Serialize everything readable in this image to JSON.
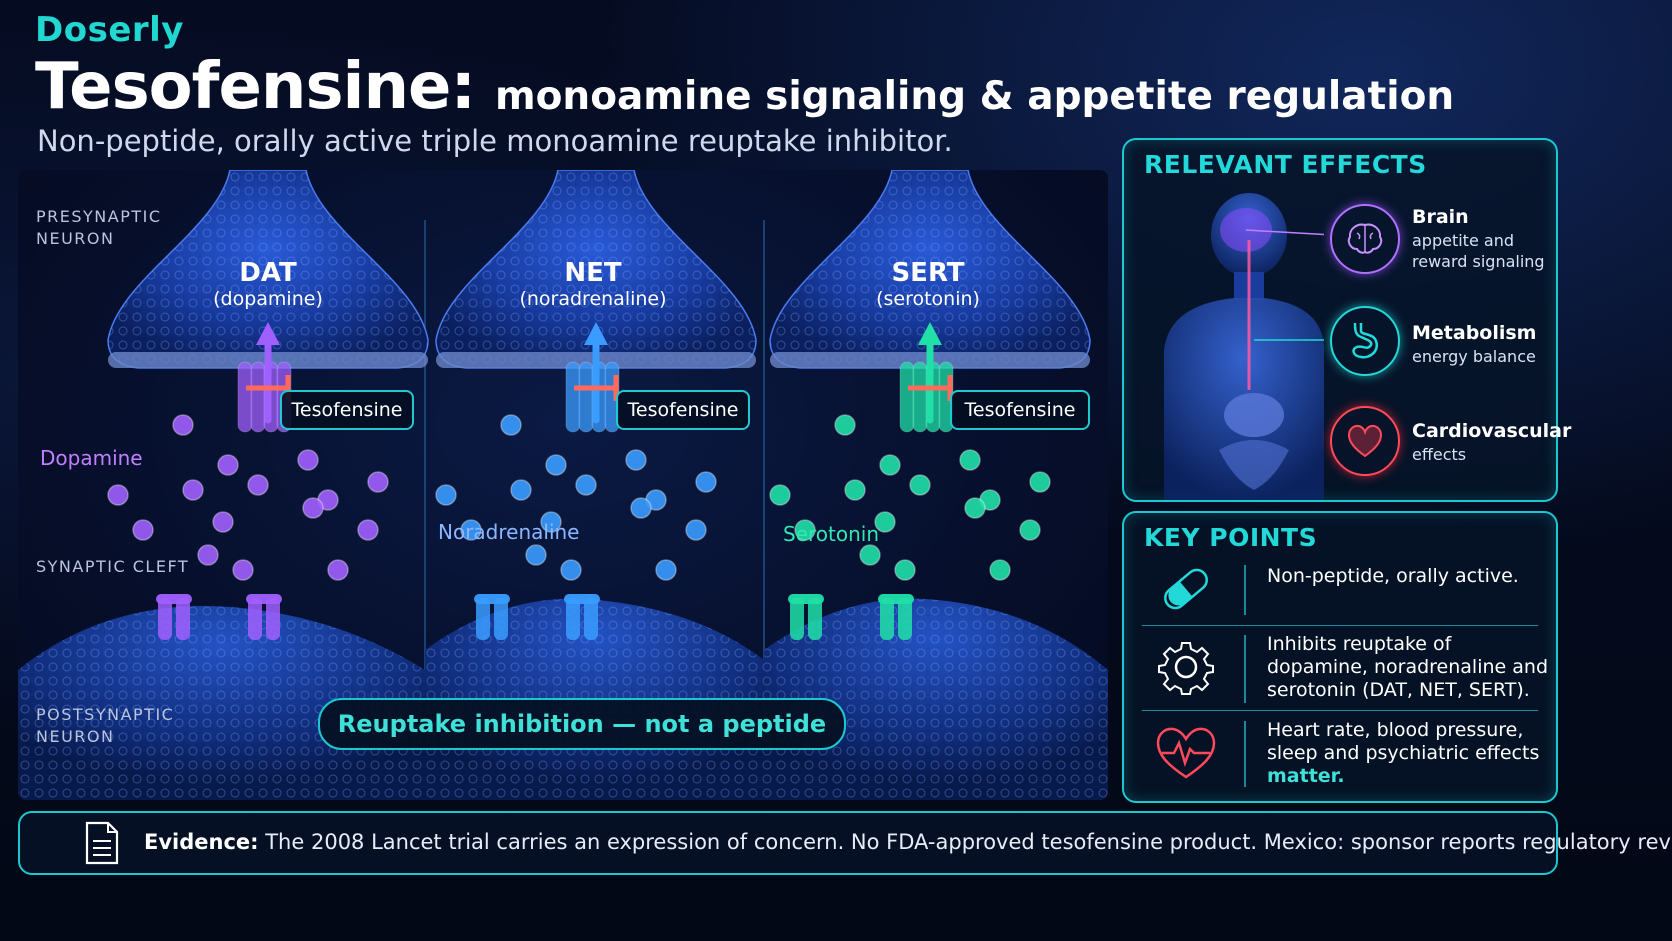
{
  "brand": "Doserly",
  "title": {
    "main": "Tesofensine:",
    "sub": "monoamine signaling & appetite regulation"
  },
  "subtitle": "Non-peptide, orally active triple monoamine reuptake inhibitor.",
  "diagram": {
    "labels": {
      "presynaptic": "PRESYNAPTIC\nNEURON",
      "cleft": "SYNAPTIC CLEFT",
      "postsynaptic": "POSTSYNAPTIC\nNEURON"
    },
    "transporters": [
      {
        "name": "DAT",
        "sub": "(dopamine)",
        "drug": "Tesofensine",
        "neuro": "Dopamine",
        "color": "#a060ff"
      },
      {
        "name": "NET",
        "sub": "(noradrenaline)",
        "drug": "Tesofensine",
        "neuro": "Noradrenaline",
        "color": "#3a9cff"
      },
      {
        "name": "SERT",
        "sub": "(serotonin)",
        "drug": "Tesofensine",
        "neuro": "Serotonin",
        "color": "#20e0a8"
      }
    ],
    "banner": "Reuptake inhibition — not a peptide"
  },
  "effects": {
    "title": "RELEVANT EFFECTS",
    "items": [
      {
        "title": "Brain",
        "desc": "appetite and reward signaling",
        "icon": "brain-icon",
        "color": "#b070ff"
      },
      {
        "title": "Metabolism",
        "desc": "energy balance",
        "icon": "stomach-icon",
        "color": "#22d8d8"
      },
      {
        "title": "Cardiovascular",
        "desc": "effects",
        "icon": "heart-icon",
        "color": "#ff4a5a"
      }
    ]
  },
  "key_points": {
    "title": "KEY POINTS",
    "items": [
      {
        "icon": "capsule-icon",
        "text": "Non-peptide, orally active."
      },
      {
        "icon": "gear-icon",
        "text": "Inhibits reuptake of dopamine, noradrenaline and serotonin (DAT, NET, SERT)."
      },
      {
        "icon": "heart-rate-icon",
        "text": "Heart rate, blood pressure, sleep and psychiatric effects",
        "highlight": "matter."
      }
    ]
  },
  "footer": {
    "label": "Evidence:",
    "text": "The 2008 Lancet trial carries an expression of concern. No FDA-approved tesofensine product. Mexico: sponsor reports regulatory review."
  }
}
